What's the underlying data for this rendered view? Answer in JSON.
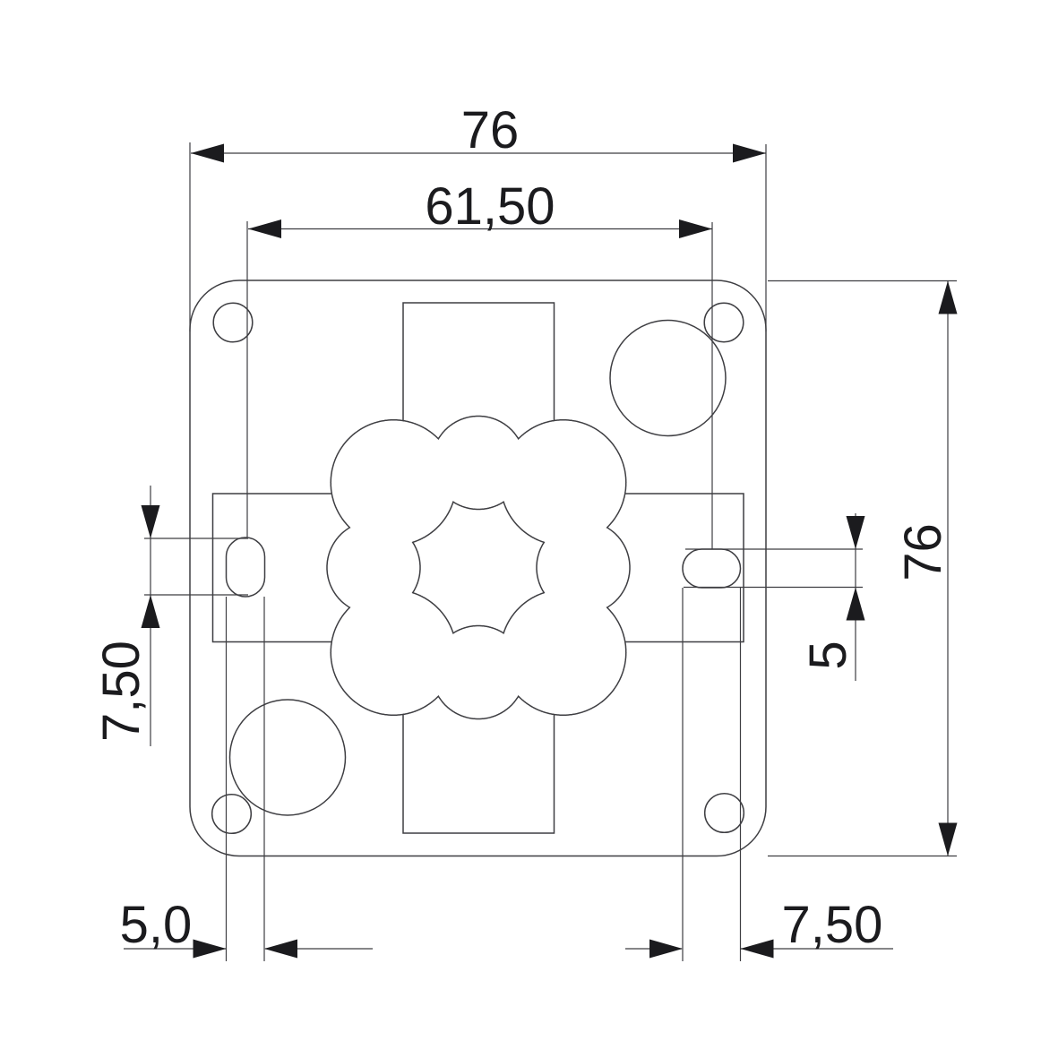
{
  "colors": {
    "line": "#3e3e42",
    "accent": "#1b1b1e",
    "background": "#ffffff"
  },
  "dimensions": {
    "overall_width": "76",
    "slot_center_distance": "61,50",
    "overall_height": "76",
    "left_slot_height": "7,50",
    "right_slot_height": "5",
    "left_slot_width": "5,0",
    "right_slot_width": "7,50"
  }
}
